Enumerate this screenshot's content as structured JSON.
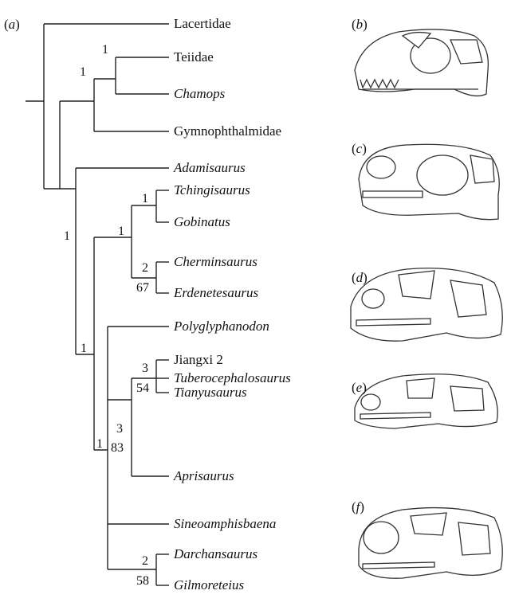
{
  "panels": {
    "a": {
      "open": "(",
      "letter": "a",
      "close": ")"
    },
    "b": {
      "open": "(",
      "letter": "b",
      "close": ")"
    },
    "c": {
      "open": "(",
      "letter": "c",
      "close": ")"
    },
    "d": {
      "open": "(",
      "letter": "d",
      "close": ")"
    },
    "e": {
      "open": "(",
      "letter": "e",
      "close": ")"
    },
    "f": {
      "open": "(",
      "letter": "f",
      "close": ")"
    }
  },
  "taxa": [
    {
      "name": "Lacertidae",
      "italic": false
    },
    {
      "name": "Teiidae",
      "italic": false
    },
    {
      "name": "Chamops",
      "italic": true
    },
    {
      "name": "Gymnophthalmidae",
      "italic": false
    },
    {
      "name": "Adamisaurus",
      "italic": true
    },
    {
      "name": "Tchingisaurus",
      "italic": true
    },
    {
      "name": "Gobinatus",
      "italic": true
    },
    {
      "name": "Cherminsaurus",
      "italic": true
    },
    {
      "name": "Erdenetesaurus",
      "italic": true
    },
    {
      "name": "Polyglyphanodon",
      "italic": true
    },
    {
      "name": "Jiangxi 2",
      "italic": false
    },
    {
      "name": "Tuberocephalosaurus",
      "italic": true
    },
    {
      "name": "Tianyusaurus",
      "italic": true
    },
    {
      "name": "Aprisaurus",
      "italic": true
    },
    {
      "name": "Sineoamphisbaena",
      "italic": true
    },
    {
      "name": "Darchansaurus",
      "italic": true
    },
    {
      "name": "Gilmoreteius",
      "italic": true
    }
  ],
  "node_support": {
    "teiid_chamops": "1",
    "teiioidea": "1",
    "polyglyphanodontia": "1",
    "tchingi_gobinatus": "1",
    "chermin_group": "1",
    "chermin_erdenete_bremer": "2",
    "chermin_erdenete_bootstrap": "67",
    "polyglyph_clade": "1",
    "crown_core": "1",
    "jiangxi_group_bremer": "3",
    "jiangxi_group_bootstrap": "54",
    "aprisaurus_clade_bremer": "3",
    "aprisaurus_clade_bootstrap": "83",
    "darchan_gilmore_bremer": "2",
    "darchan_gilmore_bootstrap": "58"
  }
}
